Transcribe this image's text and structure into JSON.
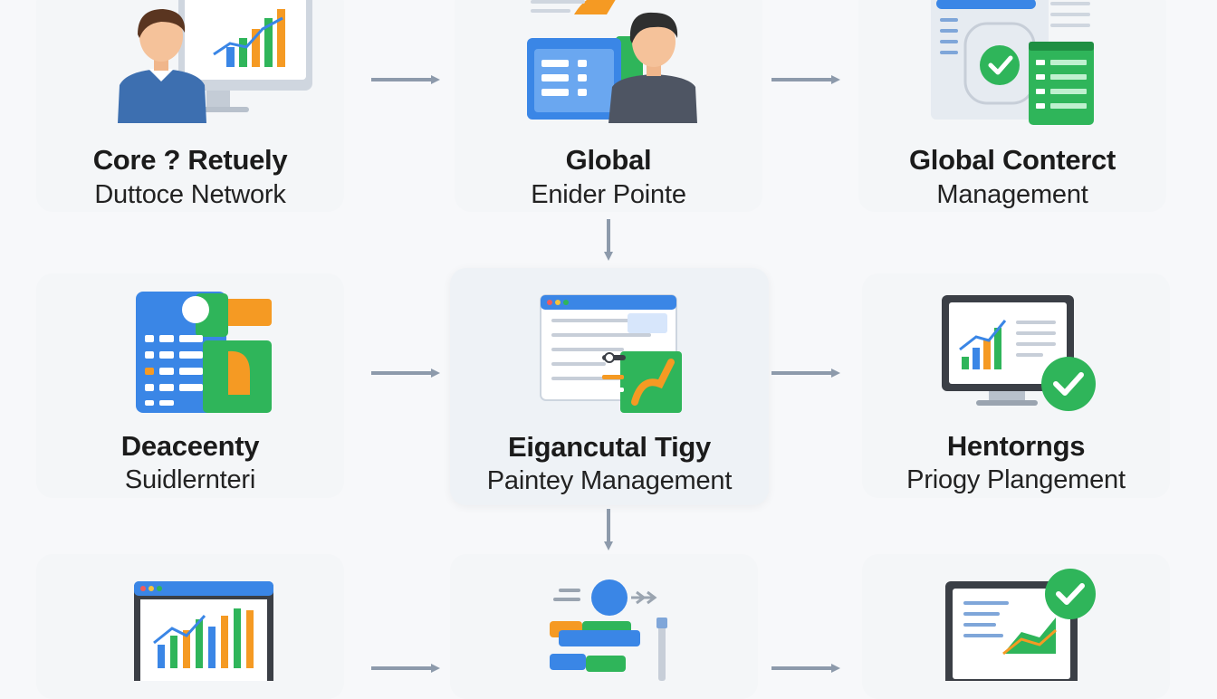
{
  "colors": {
    "arrow": "#8d9aab",
    "blue": "#3a86e6",
    "green": "#2fb55a",
    "orange": "#f59a23",
    "skin": "#f5c29a",
    "hair": "#5a3520",
    "shirt_blue": "#3d6fb0",
    "shirt_gray": "#4e5563",
    "highlight_bg": "#eef2f6"
  },
  "nodes": [
    {
      "id": "core-network",
      "title": "Core ? Retuely",
      "subtitle": "Duttoce Network",
      "icon": "person-at-chart-monitor-icon"
    },
    {
      "id": "global-endpoint",
      "title": "Global",
      "subtitle": "Enider Pointe",
      "icon": "person-with-browser-window-icon"
    },
    {
      "id": "global-content",
      "title": "Global Conterct",
      "subtitle": "Management",
      "icon": "document-checklist-icon"
    },
    {
      "id": "deaceenty",
      "title": "Deaceenty",
      "subtitle": "Suidlernteri",
      "icon": "dashboard-cards-icon"
    },
    {
      "id": "eigancutal",
      "title": "Eigancutal Tigy",
      "subtitle": "Paintey Management",
      "icon": "browser-with-data-panel-icon",
      "highlighted": true
    },
    {
      "id": "hentorngs",
      "title": "Hentorngs",
      "subtitle": "Priogy Plangement",
      "icon": "monitor-chart-checkmark-icon"
    },
    {
      "id": "row3-left",
      "title": "",
      "subtitle": "",
      "icon": "browser-bar-chart-icon"
    },
    {
      "id": "row3-center",
      "title": "",
      "subtitle": "",
      "icon": "blocks-flow-icon"
    },
    {
      "id": "row3-right",
      "title": "",
      "subtitle": "",
      "icon": "monitor-area-chart-checkmark-icon"
    }
  ],
  "edges": [
    {
      "from": "core-network",
      "to": "global-endpoint",
      "direction": "right"
    },
    {
      "from": "global-endpoint",
      "to": "global-content",
      "direction": "right"
    },
    {
      "from": "global-endpoint",
      "to": "eigancutal",
      "direction": "down"
    },
    {
      "from": "deaceenty",
      "to": "eigancutal",
      "direction": "right"
    },
    {
      "from": "eigancutal",
      "to": "hentorngs",
      "direction": "right"
    },
    {
      "from": "eigancutal",
      "to": "row3-center",
      "direction": "down"
    },
    {
      "from": "row3-left",
      "to": "row3-center",
      "direction": "right"
    },
    {
      "from": "row3-center",
      "to": "row3-right",
      "direction": "right"
    }
  ]
}
